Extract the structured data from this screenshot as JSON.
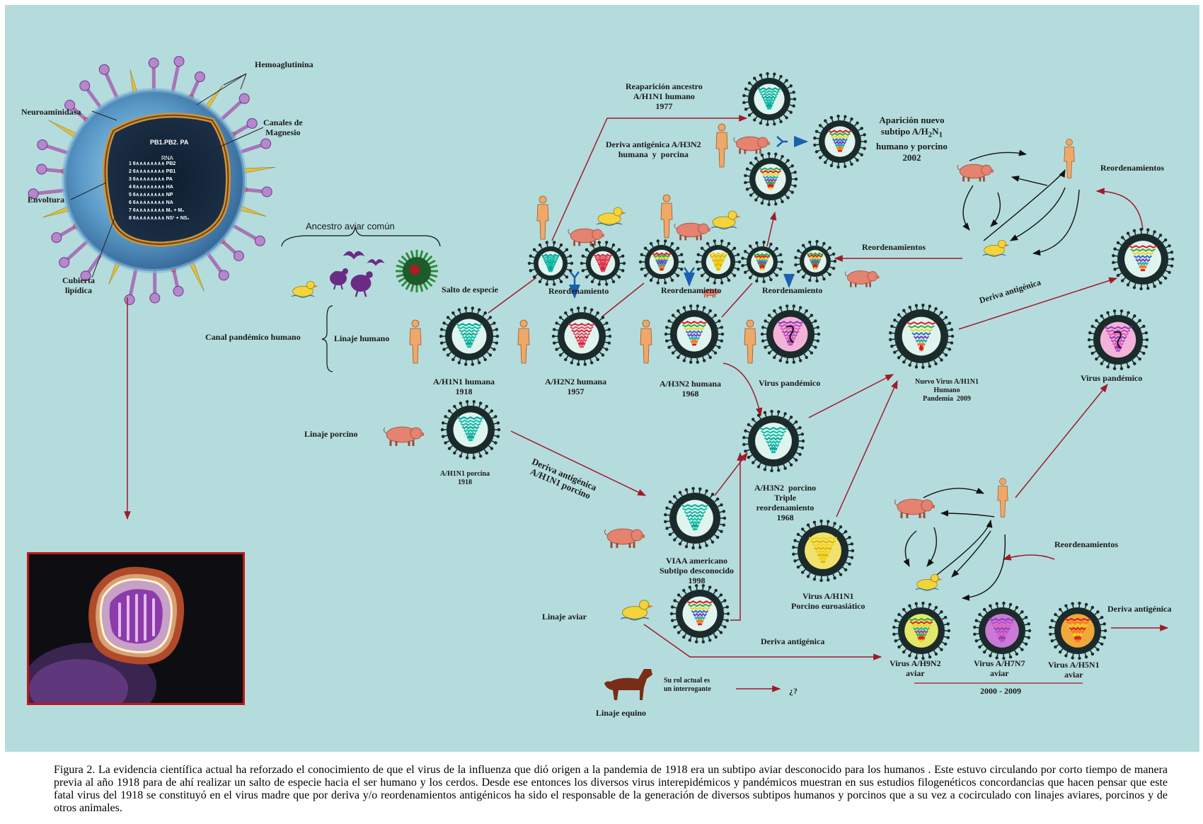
{
  "virion": {
    "labels": {
      "hemagglutinin": "Hemoaglutinina",
      "neuraminidase": "Neuroaminidasa",
      "magnesium_channels": "Canales de\nMagnesio",
      "envelope": "Envoltura",
      "lipid_layer": "Cubierta\nlipídica"
    },
    "polymerase_label": "PB1.PB2. PA",
    "rna_label": "RNA",
    "segments": [
      {
        "num": "1",
        "name": "PB2"
      },
      {
        "num": "2",
        "name": "PB1"
      },
      {
        "num": "3",
        "name": "PA"
      },
      {
        "num": "4",
        "name": "HA"
      },
      {
        "num": "5",
        "name": "NP"
      },
      {
        "num": "6",
        "name": "NA"
      },
      {
        "num": "7",
        "name": "M₁ + M₂"
      },
      {
        "num": "8",
        "name": "NS¹ + NS₂"
      }
    ]
  },
  "labels": {
    "common_ancestor": "Ancestro aviar común",
    "species_jump": "Salto de especie",
    "pandemic_channel": "Canal pandémico humano",
    "human_lineage": "Linaje humano",
    "swine_lineage": "Linaje porcino",
    "avian_lineage": "Linaje  aviar",
    "equine_lineage": "Linaje  equino",
    "h1n1_1918": "A/H1N1 humana\n1918",
    "h2n2_1957": "A/H2N2 humana\n1957",
    "h3n2_1968": "A/H3N2 humana\n1968",
    "pandemic_virus_1": "Virus pandémico",
    "swine_h1n1_1918": "A/H1N1 porcina\n1918",
    "reassortment_1": "Reordenamiento",
    "reassortment_2": "Reordenamiento",
    "reassortment_3": "Reordenamiento",
    "reappearance": "Reaparición ancestro\nA/H1N1 humano\n1977",
    "antigenic_drift_h3n2": "Deriva antigénica A/H3N2\nhumana  y  porcina",
    "new_subtype_line1": "Aparición nuevo",
    "new_subtype_line2_prefix": "subtipo A/H",
    "new_subtype_sub_h": "2",
    "new_subtype_n": "N",
    "new_subtype_sub_n": "1",
    "new_subtype_line3": "humano y porcino\n2002",
    "reassortments_top_right": "Reordenamientos",
    "reassortments_mid": "Reordenamientos",
    "reassortments_bottom": "Reordenamientos",
    "antigenic_drift_up": "Deriva antigénica",
    "new_h1n1_2009": "Nuevo Virus A/H1N1\nHumano\nPandemia  2009",
    "pandemic_virus_2": "Virus pandémico",
    "swine_drift": "Deriva antigénica\nA/H1N1 porcino",
    "h3n2_swine_triple": "A/H3N2  porcino\nTriple\nreordenamiento\n1968",
    "viaa_american": "VIAA americano\nSubtipo desconocido\n1998",
    "eurasian_h1n1": "Virus A/H1N1\nPorcino euroasiático",
    "avian_drift": "Deriva antigénica",
    "avian_h9n2": "Virus A/H9N2\naviar",
    "avian_h7n7": "Virus A/H7N7\naviar",
    "avian_h5n1": "Virus A/H5N1\naviar",
    "avian_drift_right": "Deriva antigénica",
    "years_range": "2000 - 2009",
    "equine_role": "Su rol actual es\nun interrogante",
    "question": "¿?"
  },
  "caption": "Figura 2.  La evidencia científica actual ha reforzado el conocimiento de que el virus de la influenza que dió origen a la pandemia de 1918  era un subtipo aviar desconocido  para  los  humanos . Este  estuvo circulando por corto tiempo  de manera previa al año 1918  para de ahí realizar un salto de especie hacia el ser humano y los cerdos. Desde ese entonces los diversos  virus interepidémicos y pandémicos muestran en sus estudios filogenéticos  concordancias   que  hacen pensar que  este fatal   virus del  1918 se  constituyó  en   el  virus madre que  por  deriva y/o  reordenamientos  antigénicos ha  sido  el responsable de la generación de diversos subtipos humanos y porcinos  que a su vez a cocirculado con linajes aviares, porcinos y de otros animales.",
  "colors": {
    "background": "#b5dcdc",
    "arrow": "#9e1b2a",
    "blue_arrow": "#1c5fb0",
    "virus_body": "#1b2a2a",
    "human": "#f0a868",
    "pig": "#e58270",
    "duck": "#f3d43a",
    "bird": "#6a2b86",
    "horse": "#7a2d16"
  }
}
